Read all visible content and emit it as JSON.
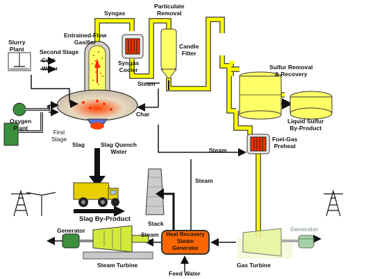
{
  "labels": {
    "syngas": "Syngas",
    "particulate_removal": "Particulate\nRemoval",
    "entrained_flow_gasifier": "Entrained-Flow\nGasifier",
    "second_stage": "Second Stage",
    "slurry_plant": "Slurry\nPlant",
    "coal": "Coal",
    "water": "Water",
    "syngas_cooler": "Syngas\nCooler",
    "candle_filter": "Candle\nFilter",
    "sulfur_removal": "Sulfur Removal\n& Recovery",
    "steam_cooler": "Steam",
    "oxygen_plant": "Oxygen\nPlant",
    "char": "Char",
    "liquid_sulfur": "Liquid Sulfur\nBy-Product",
    "first_stage": "First\nStage",
    "slag": "Slag",
    "slag_quench_water": "Slag Quench\nWater",
    "steam_fuelgas": "Steam",
    "fuel_gas_preheat": "Fuel-Gas\nPreheat",
    "steam_vertical": "Steam",
    "slag_byproduct": "Slag By-Product",
    "stack": "Stack",
    "generator_left": "Generator",
    "steam_hrsg": "Steam",
    "hrsg": "Heat Recovery\nSteam\nGenerator",
    "generator_right": "Generator",
    "steam_turbine": "Steam Turbine",
    "gas_turbine": "Gas Turbine",
    "feed_water": "Feed Water"
  },
  "colors": {
    "pipe": "#ffff00",
    "pipe_edge": "#555555",
    "vessel": "#ffff66",
    "hrsg": "#ff6600",
    "cooler_coil": "#ff3300",
    "equipment_green": "#3c8f3c",
    "turbine": "#d4ea3a",
    "arrow_dark": "#111111"
  },
  "icons": [
    "truck-icon",
    "transmission-tower-icon",
    "stack-chimney-icon",
    "generator-icon",
    "fan-icon",
    "tank-icon"
  ]
}
